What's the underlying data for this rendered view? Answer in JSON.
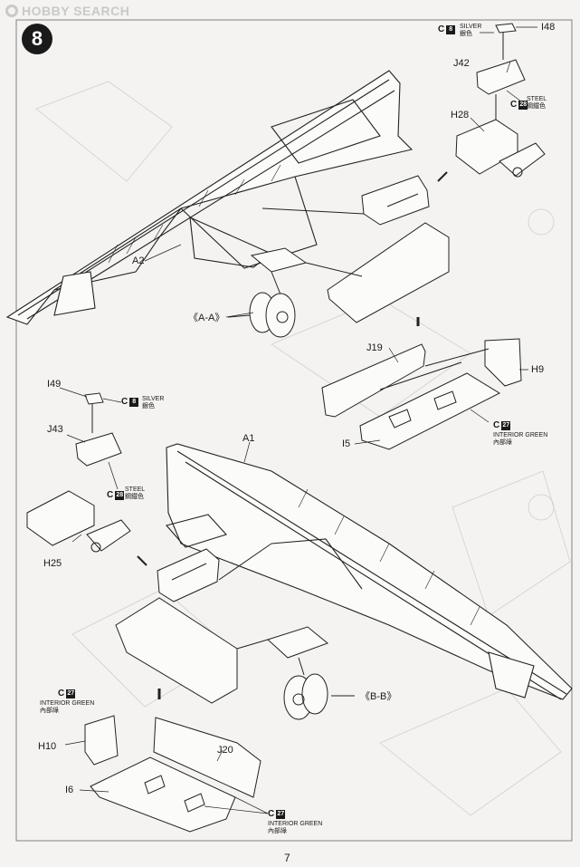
{
  "watermark": {
    "text": "HOBBY SEARCH",
    "icon": "hobby-search-logo-icon"
  },
  "step": {
    "number": "8"
  },
  "page_number": "7",
  "parts": {
    "i48": "I48",
    "j42": "J42",
    "h28": "H28",
    "a2": "A2",
    "section_aa": "《A-A》",
    "j19": "J19",
    "h9": "H9",
    "i5": "I5",
    "i49": "I49",
    "j43": "J43",
    "h25": "H25",
    "a1": "A1",
    "section_bb": "《B-B》",
    "h10": "H10",
    "i6": "I6",
    "j20": "J20"
  },
  "colors": {
    "silver_top": {
      "code": "C",
      "num": "8",
      "en": "SILVER",
      "zh": "銀色"
    },
    "steel_top": {
      "code": "C",
      "num": "28",
      "en": "STEEL",
      "zh": "鋼鐵色"
    },
    "interior_top": {
      "code": "C",
      "num": "27",
      "en": "INTERIOR GREEN",
      "zh": "內部綠"
    },
    "silver_mid": {
      "code": "C",
      "num": "8",
      "en": "SILVER",
      "zh": "銀色"
    },
    "steel_mid": {
      "code": "C",
      "num": "28",
      "en": "STEEL",
      "zh": "鋼鐵色"
    },
    "interior_left": {
      "code": "C",
      "num": "27",
      "en": "INTERIOR GREEN",
      "zh": "內部綠"
    },
    "interior_bottom": {
      "code": "C",
      "num": "27",
      "en": "INTERIOR GREEN",
      "zh": "內部綠"
    }
  },
  "ink": "#1a1a1a",
  "paper": "#f4f3f1"
}
